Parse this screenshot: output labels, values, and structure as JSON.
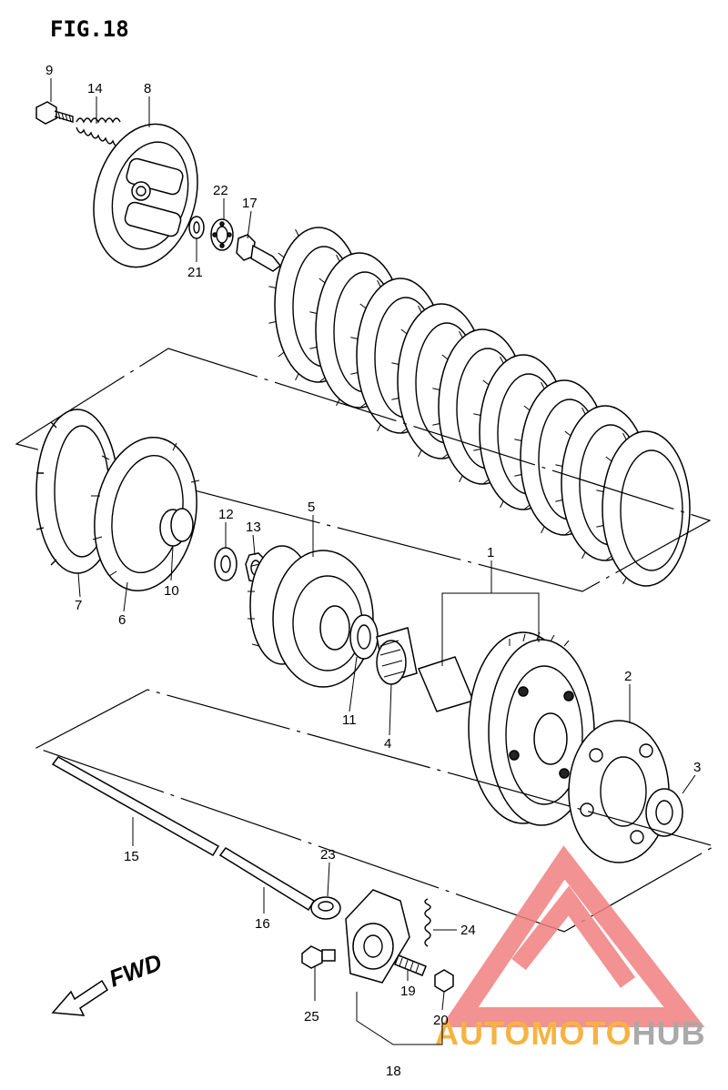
{
  "figure": {
    "title": "FIG.18"
  },
  "direction_label": "FWD",
  "callouts": [
    "1",
    "2",
    "3",
    "4",
    "5",
    "6",
    "7",
    "8",
    "9",
    "10",
    "11",
    "12",
    "13",
    "14",
    "15",
    "16",
    "17",
    "18",
    "19",
    "20",
    "21",
    "22",
    "23",
    "24",
    "25"
  ],
  "watermark": {
    "word1": "AUTOMOTO",
    "word2": "HUB",
    "color1": "#f5a623",
    "color2": "#9b9b9b",
    "logo_color": "#f07f7f"
  }
}
